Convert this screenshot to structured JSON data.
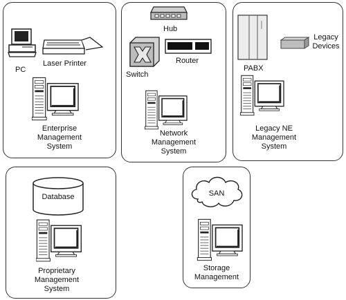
{
  "enterprise": {
    "pc_label": "PC",
    "printer_label": "Laser Printer",
    "system_title": [
      "Enterprise",
      "Management",
      "System"
    ]
  },
  "network": {
    "hub_label": "Hub",
    "switch_label": "Switch",
    "router_label": "Router",
    "system_title": [
      "Network",
      "Management",
      "System"
    ]
  },
  "legacy": {
    "pabx_label": "PABX",
    "legacy_devices_label": [
      "Legacy",
      "Devices"
    ],
    "system_title": [
      "Legacy NE",
      "Management",
      "System"
    ]
  },
  "proprietary": {
    "database_label": "Database",
    "system_title": [
      "Proprietary",
      "Management",
      "System"
    ]
  },
  "storage": {
    "san_label": "SAN",
    "system_title": [
      "Storage",
      "Management"
    ]
  },
  "icons": {
    "workstation": "workstation-icon",
    "pc": "pc-icon",
    "printer": "laser-printer-icon",
    "hub": "hub-icon",
    "switch": "switch-icon",
    "router": "router-icon",
    "pabx": "pabx-icon",
    "legacy_device": "legacy-device-icon",
    "database": "database-icon",
    "san": "san-cloud-icon"
  }
}
